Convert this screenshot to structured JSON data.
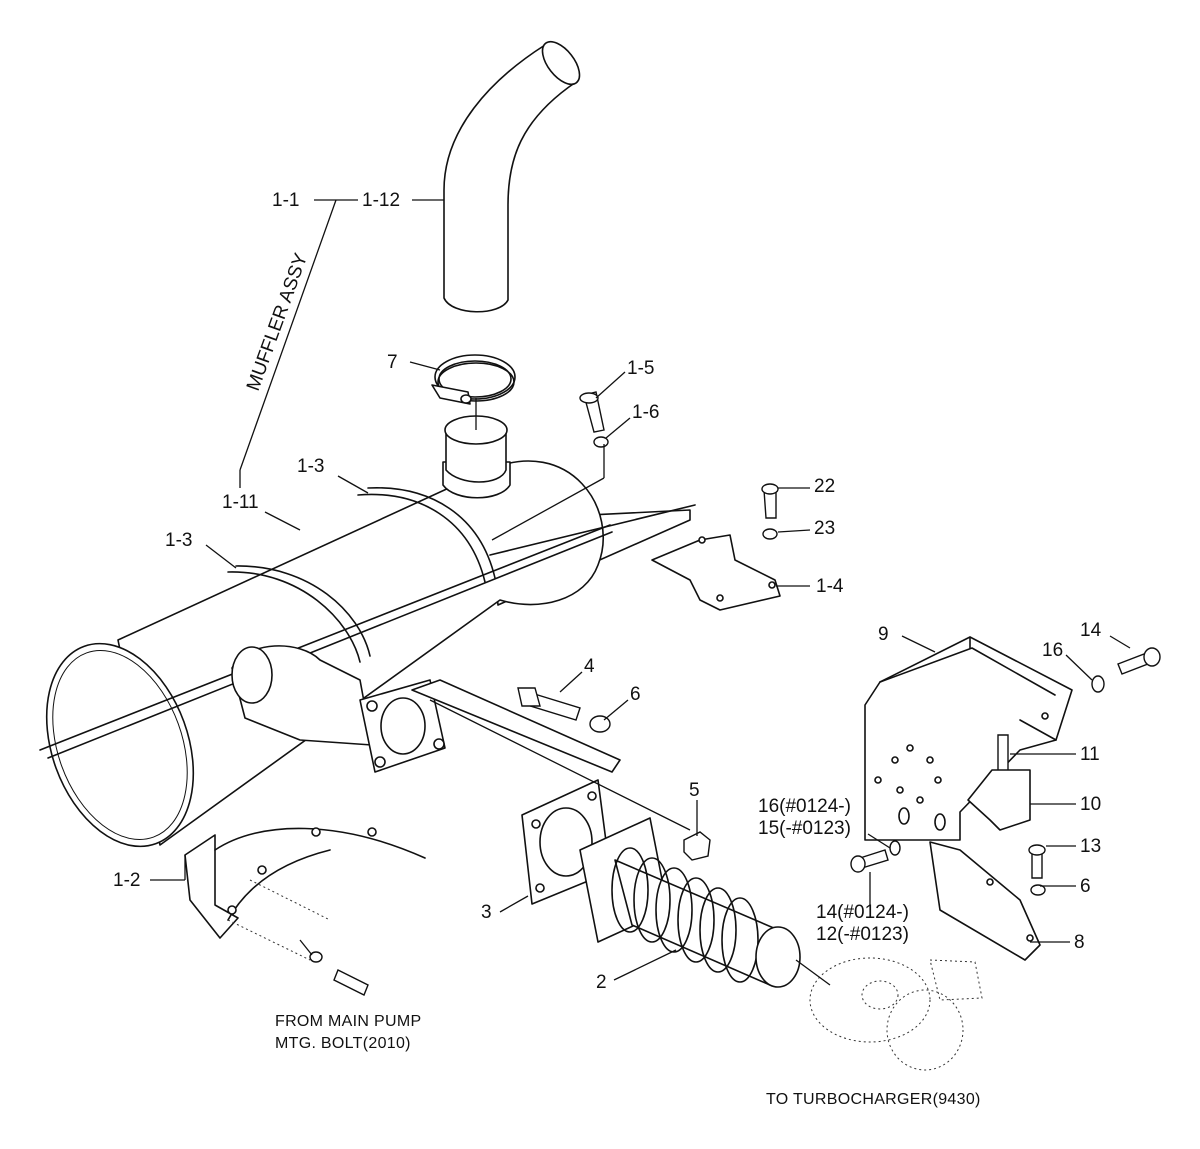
{
  "labels": {
    "l_1_1": "1-1",
    "l_1_12": "1-12",
    "muffler_assy": "MUFFLER ASSY",
    "l_7": "7",
    "l_1_5": "1-5",
    "l_1_6": "1-6",
    "l_1_3_top": "1-3",
    "l_1_11": "1-11",
    "l_1_3_left": "1-3",
    "l_22": "22",
    "l_23": "23",
    "l_1_4": "1-4",
    "l_9": "9",
    "l_14_top": "14",
    "l_16": "16",
    "l_4": "4",
    "l_6_mid": "6",
    "l_11": "11",
    "l_10": "10",
    "l_5": "5",
    "l_16_0124": "16(#0124-)",
    "l_15_0123": "15(-#0123)",
    "l_13": "13",
    "l_6_right": "6",
    "l_1_2": "1-2",
    "l_3": "3",
    "l_14_0124": "14(#0124-)",
    "l_12_0123": "12(-#0123)",
    "l_8": "8",
    "l_2": "2"
  },
  "notes": {
    "from_pump_line1": "FROM MAIN PUMP",
    "from_pump_line2": "MTG. BOLT(2010)",
    "to_turbo": "TO TURBOCHARGER(9430)"
  },
  "colors": {
    "ink": "#111111",
    "paper": "#ffffff"
  }
}
